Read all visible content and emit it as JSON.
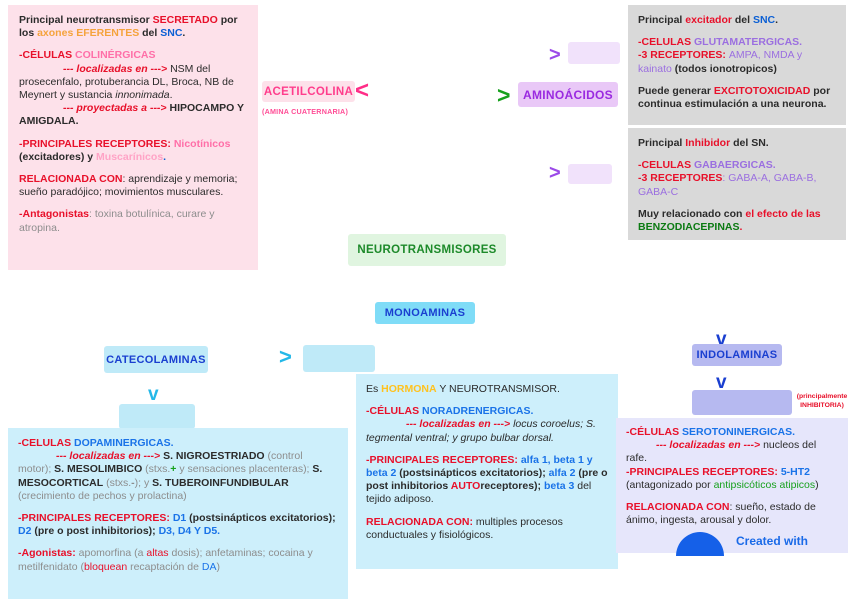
{
  "title": "Mapa conceptual - Neurotransmisores",
  "palette": {
    "red": "#e8102a",
    "blue": "#0b5fd4",
    "pink": "#ff6fa8",
    "purple": "#9b6fe0",
    "green": "#17a11d",
    "cyan": "#24b8e8",
    "orange": "#f5a33c",
    "yellow": "#ffc21f",
    "grey": "#8d8d8d",
    "panel_pink": "#fde1ea",
    "panel_grey": "#d9d9d9",
    "panel_cyan": "#cdeffb",
    "panel_lavender": "#e6e6fb"
  },
  "chips": {
    "acetilcolina": "ACETILCOLINA",
    "acetilcolina_sub": "(AMINA CUATERNARIA)",
    "aminoacidos": "AMINOÁCIDOS",
    "neurotransmisores": "NEUROTRANSMISORES",
    "monoaminas": "MONOAMINAS",
    "catecolaminas": "CATECOLAMINAS",
    "indolaminas": "INDOLAMINAS",
    "indolaminas_note_line1": "(principalmente",
    "indolaminas_note_line2": "INHIBITORIA)"
  },
  "arrows": {
    "acetilcolina_arrow": "<",
    "aminoacidos_arrow": ">",
    "glutamato_arrow": ">",
    "gaba_arrow": ">",
    "catecolaminas_arrow": ">",
    "dopamina_arrow": "v",
    "monoaminas_to_indolaminas": "v",
    "indolaminas_down": "v"
  },
  "acetilcolina_panel": {
    "intro": {
      "t1": "Principal neurotransmisor ",
      "t2": "SECRETADO",
      "t3": " por los ",
      "t4": "axones EFERENTES",
      "t5": " del ",
      "t6": "SNC",
      "t7": "."
    },
    "celulas": {
      "label": "-CÉLULAS ",
      "tipo": "COLINÉRGICAS",
      "loc_marker": "--- localizadas en --->",
      "loc_text": " NSM del prosecenfalo, protuberancia DL,  Broca, NB de Meynert y sustancia ",
      "loc_italic": "innonimada",
      "loc_end": ".",
      "proy_marker": "--- proyectadas a --->",
      "proy_text": " HIPOCAMPO Y AMIGDALA."
    },
    "receptores": {
      "label": "-PRINCIPALES RECEPTORES: ",
      "r1": "Nicotínicos",
      "r1_note": " (excitadores) y ",
      "r2": "Muscarínicos",
      "end": "."
    },
    "relacionada": {
      "label": "RELACIONADA CON",
      "text": ": aprendizaje y memoria; sueño paradójico; movimientos musculares."
    },
    "antagonistas": {
      "label": "-Antagonistas",
      "text": ": toxina botulínica, curare y atropina."
    }
  },
  "glutamato_panel": {
    "intro": {
      "t1": "Principal ",
      "t2": "excitador",
      "t3": " del ",
      "t4": "SNC",
      "t5": "."
    },
    "celulas_label": "-CELULAS ",
    "celulas_tipo": "GLUTAMATERGICAS.",
    "receptores_label": "-3 RECEPTORES: ",
    "receptores_val_a": "AMPA, NMDA y kainato",
    "receptores_val_b": " (todos ionotropicos)",
    "nota": {
      "t1": "Puede generar ",
      "t2": "EXCITOTOXICIDAD",
      "t3": " por continua estimulación a una neurona."
    }
  },
  "gaba_panel": {
    "intro": {
      "t1": "Principal ",
      "t2": "Inhibidor",
      "t3": " del SN."
    },
    "celulas_label": "-CELULAS ",
    "celulas_tipo": "GABAERGICAS.",
    "receptores_label": "-3 RECEPTORES",
    "receptores_val": ": GABA-A, GABA-B, GABA-C",
    "nota": {
      "t1": "Muy relacionado con ",
      "t2": "el efecto de las ",
      "t3": "BENZODIACEPINAS",
      "t4": "."
    }
  },
  "dopamina_panel": {
    "celulas_label": "-CELULAS ",
    "celulas_tipo": "DOPAMINERGICAS.",
    "loc_marker": "--- localizadas en --->",
    "loc_a": " S. NIGROESTRIADO",
    "loc_a_note": " (control motor); ",
    "loc_b": "S. MESOLIMBICO",
    "loc_b_note_1": " (stxs.",
    "loc_b_plus": "+",
    "loc_b_note_2": " y sensaciones placenteras); ",
    "loc_c": "S. MESOCORTICAL",
    "loc_c_note_1": " (stxs.",
    "loc_c_minus": "-",
    "loc_c_note_2": "); y ",
    "loc_d": "S. TUBEROINFUNDIBULAR",
    "loc_d_note": " (crecimiento de pechos y prolactina)",
    "receptores_label": "-PRINCIPALES RECEPTORES: ",
    "r1": "D1",
    "r1_note": " (postsinápticos excitatorios); ",
    "r2": "D2",
    "r2_note": " (pre o post inhibitorios); ",
    "r3": "D3, D4 Y D5.",
    "agonistas_label": "-Agonistas:",
    "agonistas_t1": " apomorfina (a ",
    "agonistas_altas": "altas",
    "agonistas_t2": " dosis); anfetaminas; cocaina y metilfenidato (",
    "agonistas_bloquean": "bloquean",
    "agonistas_t3": " recaptación de ",
    "agonistas_da": "DA",
    "agonistas_t4": ")"
  },
  "noradrenalina_panel": {
    "intro_t1": "Es ",
    "intro_hormona": "HORMONA",
    "intro_t2": " Y NEUROTRANSMISOR.",
    "celulas_label": "-CÉLULAS ",
    "celulas_tipo": "NORADRENERGICAS.",
    "loc_marker": "--- localizadas en --->",
    "loc_text": " locus coroelus; S. tegmental ventral; y grupo bulbar dorsal.",
    "receptores_label": "-PRINCIPALES RECEPTORES: ",
    "r1": "alfa 1, beta 1 y beta 2",
    "r1_note": " (postsinápticos excitatorios); ",
    "r2": "alfa 2",
    "r2_note": " (pre o post inhibitorios ",
    "r2_auto": "AUTO",
    "r2_note2": "receptores); ",
    "r3": "beta 3",
    "r3_note": " del tejido adiposo.",
    "relacionada_label": "RELACIONADA CON:",
    "relacionada_text": "  multiples procesos conductuales y fisiológicos."
  },
  "serotonina_panel": {
    "celulas_label": "-CÉLULAS ",
    "celulas_tipo": "SEROTONINERGICAS.",
    "loc_marker": "--- localizadas en --->",
    "loc_text": " nucleos del rafe.",
    "receptores_label": "-PRINCIPALES RECEPTORES: ",
    "receptores_val": "5-HT2",
    "receptores_note_1": "(antagonizado por ",
    "receptores_note_green": "antipsicóticos atipicos",
    "receptores_note_2": ")",
    "relacionada_label": "RELACIONADA CON",
    "relacionada_text": ": sueño, estado de ánimo, ingesta, arousal y dolor."
  },
  "watermark": {
    "text": "Created with"
  }
}
